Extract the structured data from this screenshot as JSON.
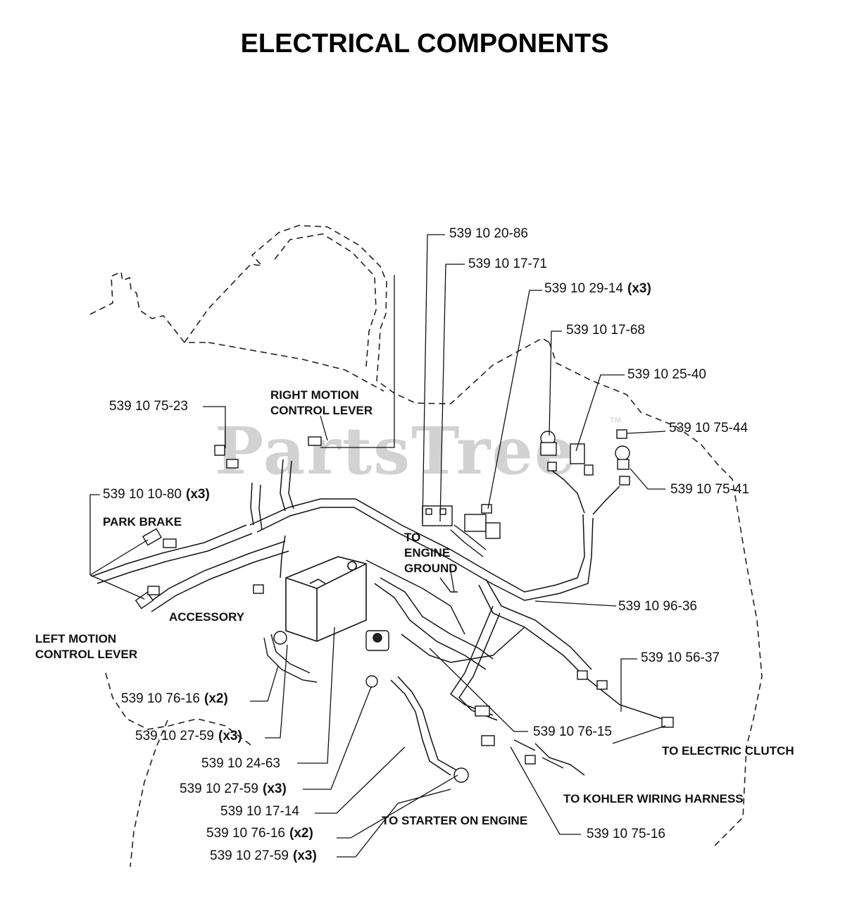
{
  "title": "ELECTRICAL COMPONENTS",
  "watermark": {
    "text": "PartsTree",
    "tm": "TM"
  },
  "callouts": [
    {
      "id": "c1",
      "part": "539 10 20-86",
      "qty": ""
    },
    {
      "id": "c2",
      "part": "539 10 17-71",
      "qty": ""
    },
    {
      "id": "c3",
      "part": "539 10 29-14",
      "qty": "(x3)"
    },
    {
      "id": "c4",
      "part": "539 10 17-68",
      "qty": ""
    },
    {
      "id": "c5",
      "part": "539 10 25-40",
      "qty": ""
    },
    {
      "id": "c6",
      "part": "539 10 75-44",
      "qty": ""
    },
    {
      "id": "c7",
      "part": "539 10 75-41",
      "qty": ""
    },
    {
      "id": "c8",
      "part": "539 10 75-23",
      "qty": ""
    },
    {
      "id": "c9",
      "part": "539 10 10-80",
      "qty": "(x3)"
    },
    {
      "id": "c10",
      "part": "539 10 96-36",
      "qty": ""
    },
    {
      "id": "c11",
      "part": "539 10 56-37",
      "qty": ""
    },
    {
      "id": "c12",
      "part": "539 10 76-15",
      "qty": ""
    },
    {
      "id": "c13",
      "part": "539 10 75-16",
      "qty": ""
    },
    {
      "id": "c14",
      "part": "539 10 76-16",
      "qty": "(x2)"
    },
    {
      "id": "c15",
      "part": "539 10 27-59",
      "qty": "(x3)"
    },
    {
      "id": "c16",
      "part": "539 10 24-63",
      "qty": ""
    },
    {
      "id": "c17",
      "part": "539 10 27-59",
      "qty": "(x3)"
    },
    {
      "id": "c18",
      "part": "539 10 17-14",
      "qty": ""
    },
    {
      "id": "c19",
      "part": "539 10 76-16",
      "qty": "(x2)"
    },
    {
      "id": "c20",
      "part": "539 10 27-59",
      "qty": "(x3)"
    }
  ],
  "labels": {
    "right_motion": [
      "RIGHT MOTION",
      "CONTROL LEVER"
    ],
    "park_brake": "PARK BRAKE",
    "left_motion": [
      "LEFT MOTION",
      "CONTROL LEVER"
    ],
    "accessory": "ACCESSORY",
    "engine_ground": [
      "TO",
      "ENGINE",
      "GROUND"
    ],
    "electric_clutch": "TO ELECTRIC CLUTCH",
    "kohler": "TO KOHLER WIRING HARNESS",
    "starter": "TO STARTER ON ENGINE"
  }
}
